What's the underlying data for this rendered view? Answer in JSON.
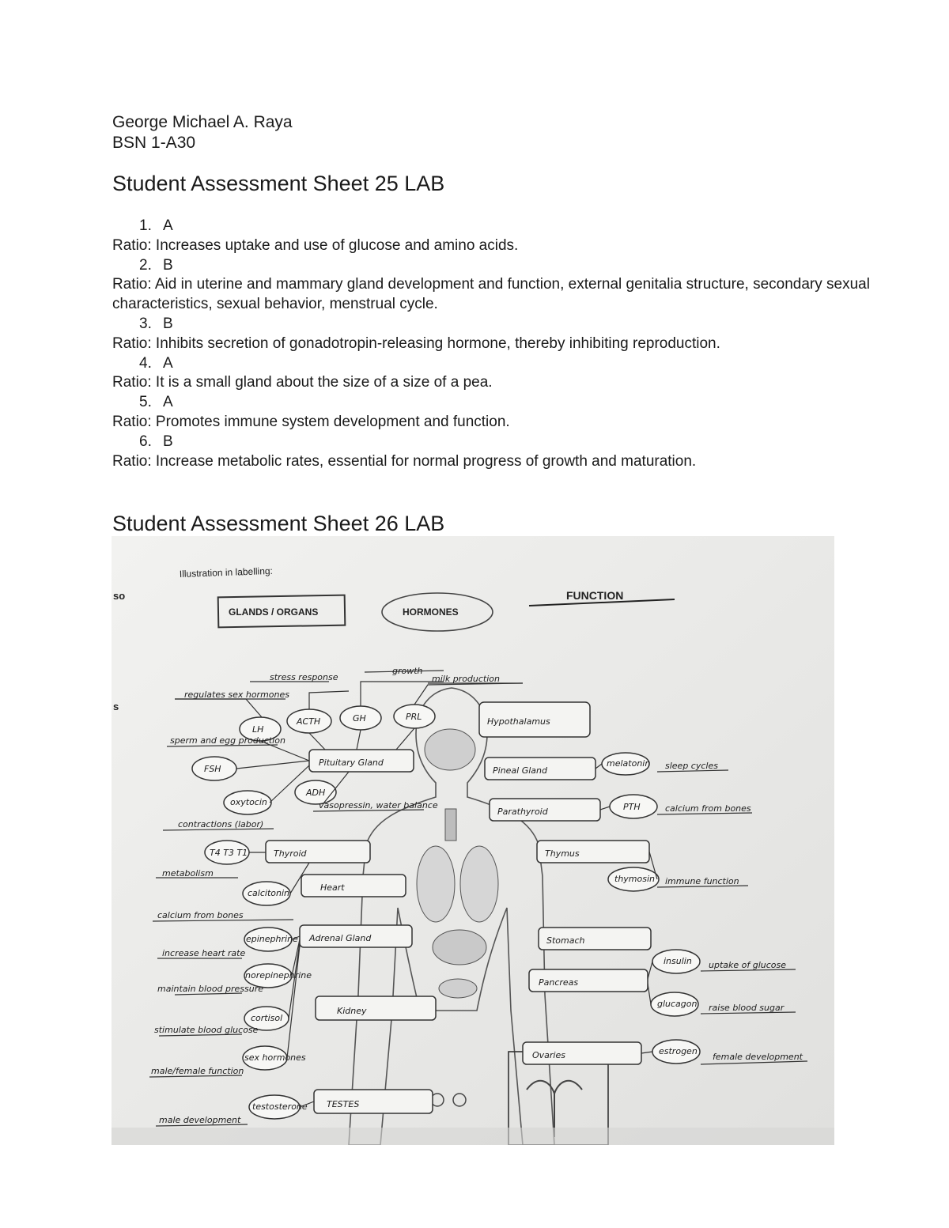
{
  "header": {
    "author": "George Michael A. Raya",
    "course": "BSN 1-A30"
  },
  "sheet25": {
    "title": "Student Assessment Sheet 25 LAB",
    "answers": [
      {
        "num": "1.",
        "letter": "A",
        "ratio": "Ratio: Increases uptake and use of glucose and amino acids."
      },
      {
        "num": "2.",
        "letter": "B",
        "ratio": "Ratio: Aid in uterine and mammary gland development and function, external genitalia structure, secondary sexual characteristics, sexual behavior, menstrual cycle."
      },
      {
        "num": "3.",
        "letter": "B",
        "ratio": "Ratio: Inhibits secretion of gonadotropin-releasing hormone, thereby inhibiting reproduction."
      },
      {
        "num": "4.",
        "letter": "A",
        "ratio": "Ratio: It is a small gland about the size of a size of a pea."
      },
      {
        "num": "5.",
        "letter": "A",
        "ratio": "Ratio: Promotes immune system development and function."
      },
      {
        "num": "6.",
        "letter": "B",
        "ratio": "Ratio: Increase metabolic rates, essential for normal progress of growth and maturation."
      }
    ]
  },
  "sheet26": {
    "title": "Student Assessment Sheet 26 LAB",
    "worksheet": {
      "caption": "Illustration in labelling:",
      "legend_glands": "GLANDS / ORGANS",
      "legend_hormones": "HORMONES",
      "legend_function": "FUNCTION",
      "glands": {
        "pituitary": "Pituitary Gland",
        "hypothalamus": "Hypothalamus",
        "pineal": "Pineal Gland",
        "parathyroid": "Parathyroid",
        "thyroid": "Thyroid",
        "thymus": "Thymus",
        "heart": "Heart",
        "adrenal": "Adrenal Gland",
        "stomach": "Stomach",
        "pancreas": "Pancreas",
        "kidney": "Kidney",
        "ovaries": "Ovaries",
        "testes": "TESTES"
      },
      "hormones": {
        "lh": "LH",
        "acth": "ACTH",
        "gh": "GH",
        "prl": "PRL",
        "fsh": "FSH",
        "adh": "ADH",
        "oxytocin": "oxytocin",
        "melatonin": "melatonin",
        "pth": "PTH",
        "t3t4": "T4 T3 T1",
        "calcitonin": "calcitonin",
        "thymosin": "thymosin",
        "epinephrine": "epinephrine",
        "norepinephrine": "norepinephrine",
        "cortisol": "cortisol",
        "sex_hormones": "sex hormones",
        "insulin": "insulin",
        "glucagon": "glucagon",
        "estrogen": "estrogen",
        "testosterone": "testosterone"
      },
      "functions": {
        "growth": "growth",
        "stress_response": "stress response",
        "milk_production": "milk production",
        "regulates_sex_hormones": "regulates sex hormones",
        "sperm_egg_production": "sperm and egg production",
        "contractions": "contractions (labor)",
        "vasopressin": "vasopressin, water balance",
        "sleep_cycles": "sleep cycles",
        "calcium_blood": "calcium from bones",
        "metabolism": "metabolism",
        "calcium_bones": "calcium from bones",
        "immune_function": "immune function",
        "increase_heart_rate": "increase heart rate",
        "maintain_blood_pressure": "maintain blood pressure",
        "stimulate_blood_glucose": "stimulate blood glucose",
        "male_female_function": "male/female function",
        "male_development": "male development",
        "uptake_glucose": "uptake of glucose",
        "raise_blood_sugar": "raise blood sugar",
        "female_development": "female development"
      }
    }
  }
}
